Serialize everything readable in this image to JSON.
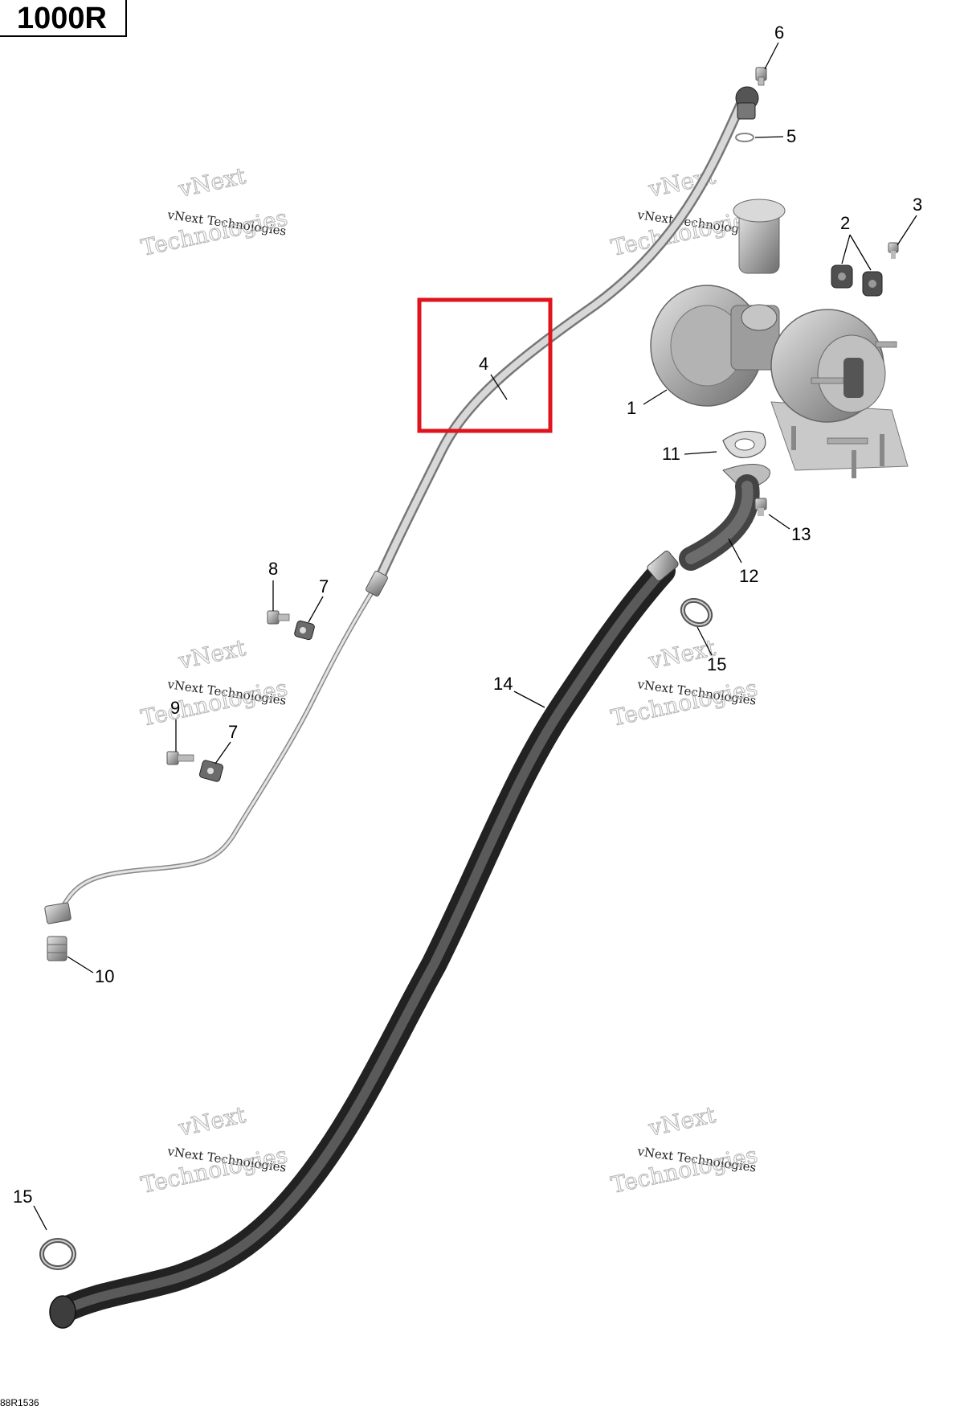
{
  "diagram": {
    "model_label": "1000R",
    "document_code": "88R1536",
    "watermark": {
      "line1": "vNext",
      "line2": "vNext Technologies",
      "line3": "Technologies"
    },
    "callouts": {
      "c1": "1",
      "c2": "2",
      "c3": "3",
      "c4": "4",
      "c5": "5",
      "c6": "6",
      "c7a": "7",
      "c7b": "7",
      "c8": "8",
      "c9": "9",
      "c10": "10",
      "c11": "11",
      "c12": "12",
      "c13": "13",
      "c14": "14",
      "c15a": "15",
      "c15b": "15"
    },
    "colors": {
      "highlight": "#e0141e",
      "hose": "#3b3b3b",
      "metal": "#9a9a9a"
    }
  }
}
